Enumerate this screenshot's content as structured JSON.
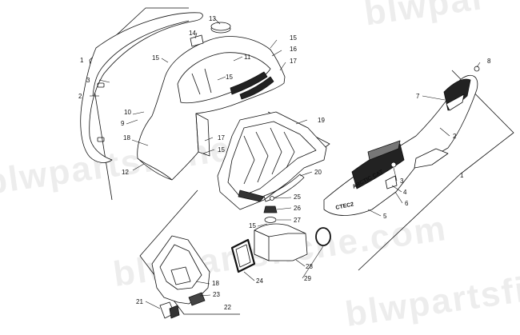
{
  "watermark": {
    "text": "blwpartsfiche.com",
    "text_top": "blwpar",
    "color": "#d9d9d9"
  },
  "decal_texts": {
    "brand": "ARCTIC CAT",
    "model": "CTEC2"
  },
  "callouts": [
    {
      "id": "c1a",
      "label": "1"
    },
    {
      "id": "c2a",
      "label": "2"
    },
    {
      "id": "c3a",
      "label": "3"
    },
    {
      "id": "c9",
      "label": "9"
    },
    {
      "id": "c10",
      "label": "10"
    },
    {
      "id": "c18a",
      "label": "18"
    },
    {
      "id": "c12",
      "label": "12"
    },
    {
      "id": "c13",
      "label": "13"
    },
    {
      "id": "c14",
      "label": "14"
    },
    {
      "id": "c15a",
      "label": "15"
    },
    {
      "id": "c11",
      "label": "11"
    },
    {
      "id": "c15b",
      "label": "15"
    },
    {
      "id": "c15c",
      "label": "15"
    },
    {
      "id": "c16",
      "label": "16"
    },
    {
      "id": "c17a",
      "label": "17"
    },
    {
      "id": "c17b",
      "label": "17"
    },
    {
      "id": "c15d",
      "label": "15"
    },
    {
      "id": "c19",
      "label": "19"
    },
    {
      "id": "c20",
      "label": "20"
    },
    {
      "id": "c25",
      "label": "25"
    },
    {
      "id": "c26",
      "label": "26"
    },
    {
      "id": "c27",
      "label": "27"
    },
    {
      "id": "c15e",
      "label": "15"
    },
    {
      "id": "c28",
      "label": "28"
    },
    {
      "id": "c29",
      "label": "29"
    },
    {
      "id": "c24",
      "label": "24"
    },
    {
      "id": "c18b",
      "label": "18"
    },
    {
      "id": "c23",
      "label": "23"
    },
    {
      "id": "c21",
      "label": "21"
    },
    {
      "id": "c22",
      "label": "22"
    },
    {
      "id": "c8",
      "label": "8"
    },
    {
      "id": "c7",
      "label": "7"
    },
    {
      "id": "c2b",
      "label": "2"
    },
    {
      "id": "c3b",
      "label": "3"
    },
    {
      "id": "c4",
      "label": "4"
    },
    {
      "id": "c6",
      "label": "6"
    },
    {
      "id": "c5",
      "label": "5"
    },
    {
      "id": "c1b",
      "label": "1"
    }
  ]
}
